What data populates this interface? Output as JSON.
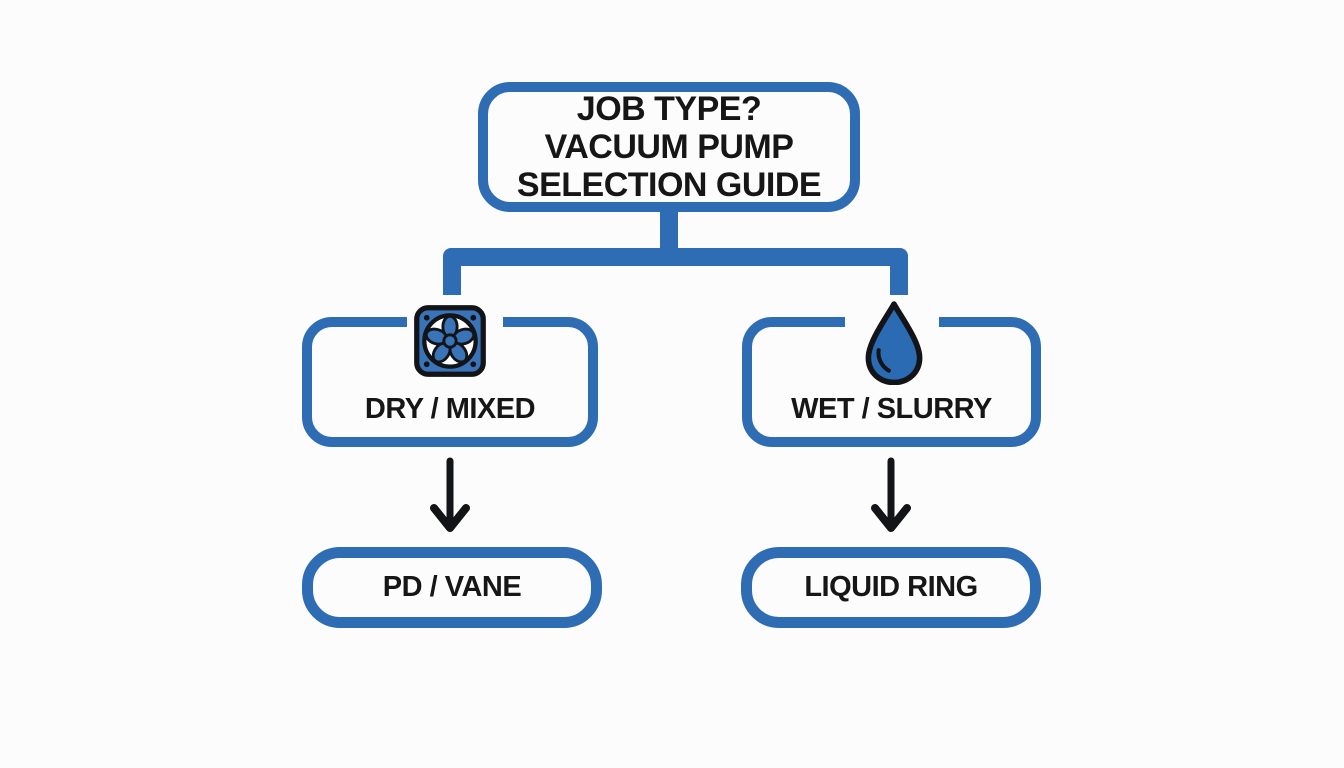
{
  "diagram": {
    "title": {
      "lines": [
        "JOB TYPE?",
        "VACUUM PUMP",
        "SELECTION GUIDE"
      ]
    },
    "branches": [
      {
        "id": "dry-mixed",
        "label": "DRY / MIXED",
        "icon": "fan-icon",
        "result": "PD / VANE"
      },
      {
        "id": "wet-slurry",
        "label": "WET / SLURRY",
        "icon": "water-drop-icon",
        "result": "LIQUID RING"
      }
    ],
    "colors": {
      "connector_blue": "#2E6DB3",
      "fan_fill_blue": "#3973B8",
      "drop_fill_blue": "#2B6BB4",
      "outline_black": "#131417",
      "text_black": "#161616",
      "background": "#FCFCFC"
    }
  }
}
